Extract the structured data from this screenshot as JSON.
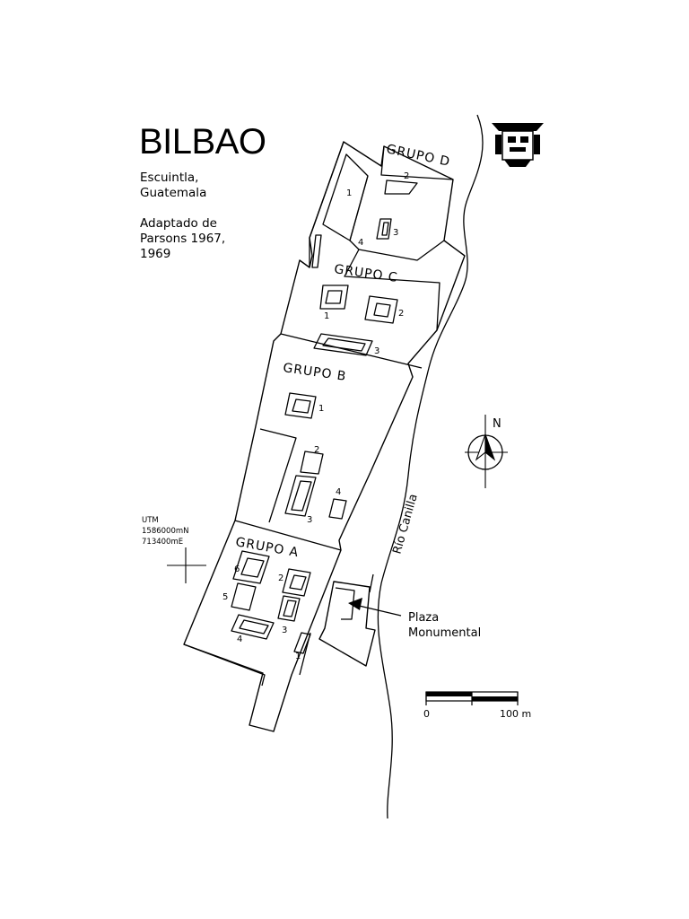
{
  "title": "BILBAO",
  "location": [
    "Escuintla,",
    "Guatemala"
  ],
  "source": [
    "Adaptado de",
    "Parsons 1967,",
    "1969"
  ],
  "groups": {
    "a": "GRUPO A",
    "b": "GRUPO B",
    "c": "GRUPO C",
    "d": "GRUPO D"
  },
  "structure_numbers": {
    "a": [
      "1",
      "2",
      "3",
      "4",
      "5",
      "6"
    ],
    "b": [
      "1",
      "2",
      "3",
      "4"
    ],
    "c": [
      "1",
      "2",
      "3"
    ],
    "d": [
      "1",
      "2",
      "3",
      "4"
    ]
  },
  "river_label": "Río Canilla",
  "plaza_label": [
    "Plaza",
    "Monumental"
  ],
  "utm": [
    "UTM",
    "1586000mN",
    "713400mE"
  ],
  "north_label": "N",
  "scale": {
    "start": "0",
    "end": "100 m"
  },
  "icons": {
    "logo": "mask-logo-icon",
    "north": "north-arrow-icon"
  }
}
